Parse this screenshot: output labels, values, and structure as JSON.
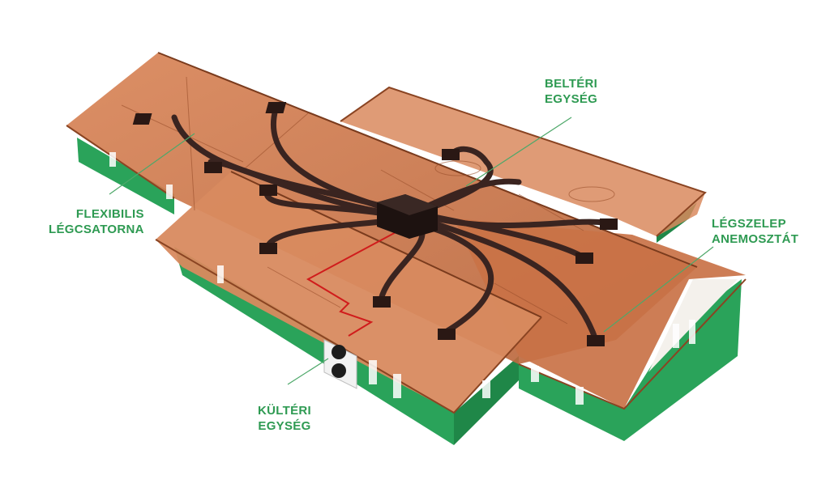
{
  "colors": {
    "roof": "#c8754a",
    "roof_light": "#e39a6d",
    "roof_dark": "#a5582f",
    "wall_green": "#2aa35a",
    "wall_green_dark": "#1f8748",
    "duct": "#3a2420",
    "refrigerant_line": "#d01c1c",
    "label_green": "#2e9a52",
    "leader": "#4ea86a"
  },
  "labels": {
    "indoor_unit": [
      "BELTÉRI",
      "EGYSÉG"
    ],
    "flexible_duct": [
      "FLEXIBILIS",
      "LÉGCSATORNA"
    ],
    "air_valve": [
      "LÉGSZELEP",
      "ANEMOSZTÁT"
    ],
    "outdoor_unit": [
      "KÜLTÉRI",
      "EGYSÉG"
    ]
  },
  "icons": {
    "outdoor_unit": "outdoor-ac-unit-icon",
    "indoor_unit": "indoor-ac-unit-icon",
    "diffuser": "air-diffuser-icon"
  }
}
